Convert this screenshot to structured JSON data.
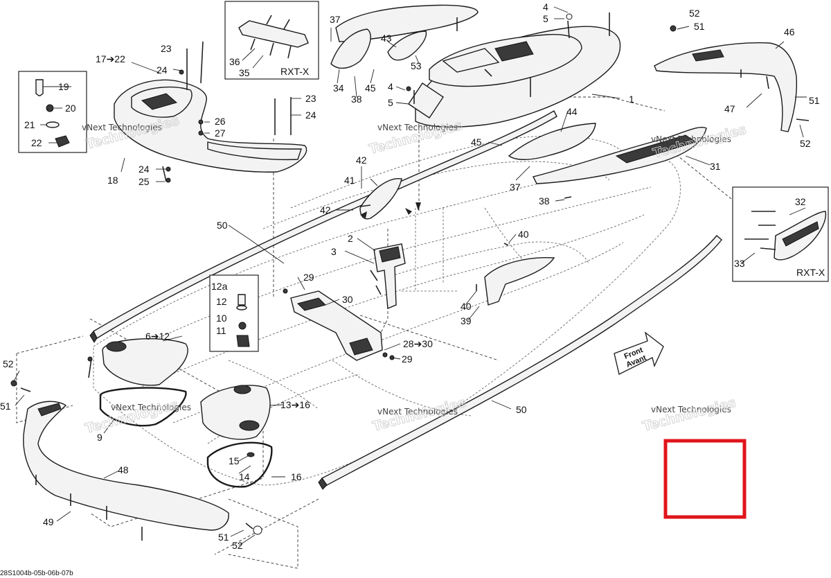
{
  "diagram": {
    "part_code": "28S1004b-05b-06b-07b",
    "watermark_small": "vNext Technologies",
    "watermark_large": "Technologies",
    "direction_badge": {
      "line1": "Front",
      "line2": "Avant"
    },
    "inset_labels": {
      "top": "RXT-X",
      "right": "RXT-X"
    },
    "highlight_color": "#e0141b",
    "callouts": {
      "c17_22": "17➔22",
      "c19": "19",
      "c20": "20",
      "c21": "21",
      "c22": "22",
      "c23a": "23",
      "c24a": "24",
      "c26": "26",
      "c27": "27",
      "c23b": "23",
      "c24b": "24",
      "c24c": "24",
      "c25": "25",
      "c18": "18",
      "c37a": "37",
      "c36": "36",
      "c35": "35",
      "c34": "34",
      "c43": "43",
      "c45a": "45",
      "c38a": "38",
      "c53": "53",
      "c4a": "4",
      "c5a": "5",
      "c4b": "4",
      "c5b": "5",
      "c1": "1",
      "c52a": "52",
      "c51a": "51",
      "c46": "46",
      "c47": "47",
      "c51b": "51",
      "c52b": "52",
      "c44": "44",
      "c45b": "45",
      "c37b": "37",
      "c31": "31",
      "c38b": "38",
      "c42a": "42",
      "c41": "41",
      "c42b": "42",
      "c50a": "50",
      "c2": "2",
      "c3": "3",
      "c40a": "40",
      "c40b": "40",
      "c39": "39",
      "c32": "32",
      "c33": "33",
      "c12a": "12a",
      "c12": "12",
      "c10": "10",
      "c11": "11",
      "c6_12": "6➔12",
      "c29a": "29",
      "c30a": "30",
      "c28_30": "28➔30",
      "c29b": "29",
      "c52c": "52",
      "c51c": "51",
      "c9": "9",
      "c13_16": "13➔16",
      "c15": "15",
      "c14": "14",
      "c16": "16",
      "c48": "48",
      "c49": "49",
      "c51d": "51",
      "c52d": "52",
      "c50b": "50"
    }
  }
}
